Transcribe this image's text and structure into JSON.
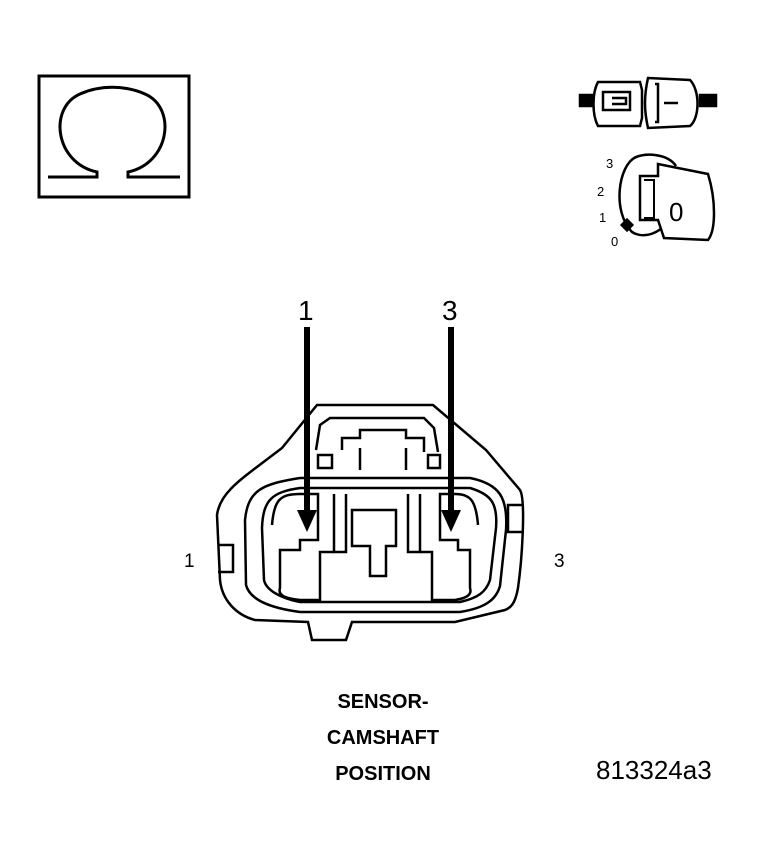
{
  "diagram": {
    "pin_callouts": {
      "left": "1",
      "right": "3"
    },
    "side_labels": {
      "left": "1",
      "right": "3"
    },
    "ignition_switch": {
      "positions": [
        "3",
        "2",
        "1",
        "0"
      ],
      "key_value": "0"
    },
    "caption_lines": [
      "SENSOR-",
      "CAMSHAFT",
      "POSITION"
    ],
    "figure_id": "813324a3",
    "icons": [
      "ohmmeter-icon",
      "connector-disconnected-icon",
      "ignition-key-icon"
    ]
  }
}
